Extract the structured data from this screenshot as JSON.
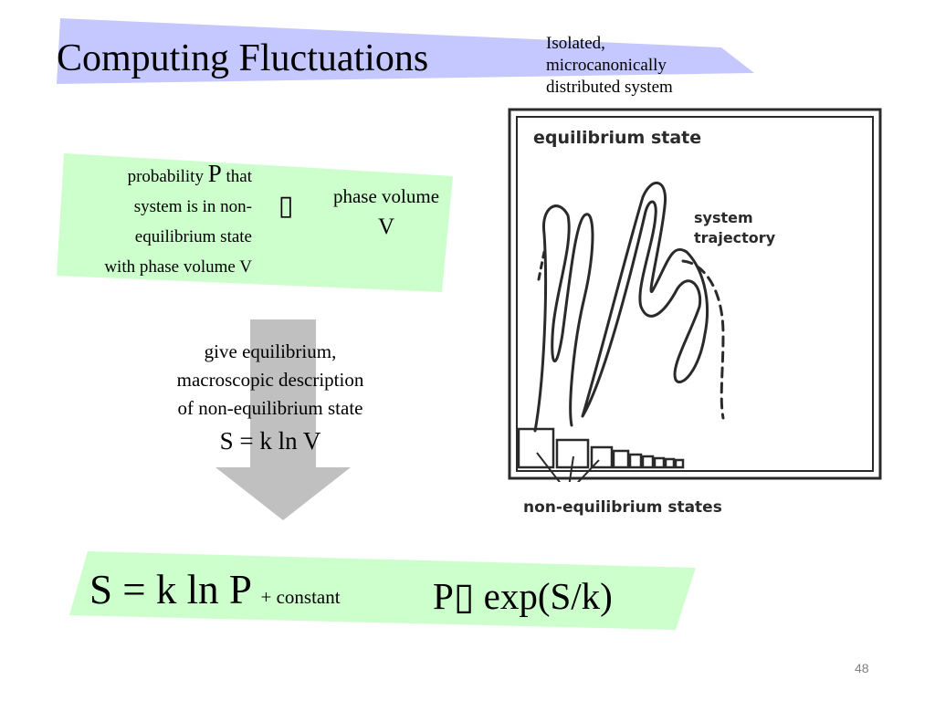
{
  "slide": {
    "title": "Computing Fluctuations",
    "isolated_note": [
      "Isolated,",
      "microcanonically",
      "distributed system"
    ],
    "probability_text": {
      "prefix": "probability ",
      "symbol": "P",
      "suffix": " that",
      "line2": "system is in non-",
      "line3": "equilibrium state",
      "line4": "with phase volume V"
    },
    "propto_symbol_1": "▯",
    "phase_volume": {
      "label": "phase volume",
      "var": "V"
    },
    "arrow_text": [
      "give equilibrium,",
      "macroscopic description",
      "of non-equilibrium state"
    ],
    "arrow_equation": "S = k ln V",
    "result_equation": {
      "main": "S = k ln P",
      "suffix": "+ constant"
    },
    "exp_equation": {
      "prefix": "P",
      "symbol": "▯",
      "suffix": " exp(S/k)"
    },
    "page_number": "48"
  },
  "figure": {
    "equilibrium_label": "equilibrium state",
    "trajectory_label": [
      "system",
      "trajectory"
    ],
    "non_equilibrium_label": "non-equilibrium states"
  },
  "colors": {
    "title_band": "#c5c8ff",
    "green_band": "#ccffcc",
    "arrow": "#c0c0c0",
    "page_number": "#808080"
  }
}
